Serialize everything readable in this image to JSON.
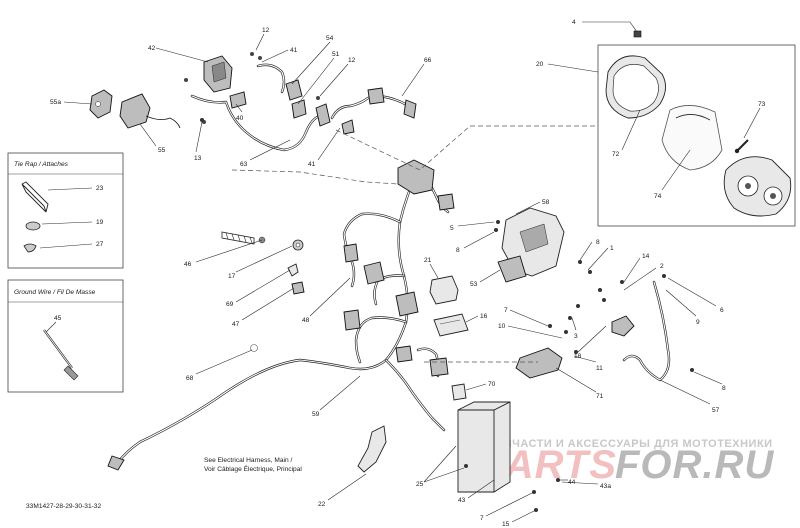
{
  "diagram_id": "33M1427-28-29-30-31-32",
  "boxes": {
    "tie_rap": "Tie Rap / Attaches",
    "ground_wire": "Ground Wire / Fil De Masse"
  },
  "note_lines": [
    "See Electrical Harness, Main /",
    "Voir Câblage Électrique, Principal"
  ],
  "watermark": {
    "line": "ЗАПЧАСТИ И АКСЕССУАРЫ ДЛЯ МОТОТЕХНИКИ",
    "logo_a": "PARTS",
    "logo_b": "FOR.RU"
  },
  "callouts": {
    "c4": "4",
    "c20": "20",
    "c73": "73",
    "c72": "72",
    "c74": "74",
    "c12a": "12",
    "c42": "42",
    "c41a": "41",
    "c54": "54",
    "c51": "51",
    "c12b": "12",
    "c66": "66",
    "c55a": "55a",
    "c55": "55",
    "c13": "13",
    "c40": "40",
    "c63": "63",
    "c41b": "41",
    "c23": "23",
    "c19": "19",
    "c27": "27",
    "c58": "58",
    "c5": "5",
    "c8a": "8",
    "c8b": "8",
    "c1": "1",
    "c14": "14",
    "c2": "2",
    "c6": "6",
    "c9": "9",
    "c53": "53",
    "c21": "21",
    "c46": "46",
    "c17": "17",
    "c69": "69",
    "c47": "47",
    "c48": "48",
    "c16": "16",
    "c7a": "7",
    "c10": "10",
    "c3": "3",
    "c18": "18",
    "c11": "11",
    "c71": "71",
    "c8c": "8",
    "c57": "57",
    "c45": "45",
    "c68": "68",
    "c70": "70",
    "c59": "59",
    "c22": "22",
    "c25": "25",
    "c43": "43",
    "c44": "44",
    "c43a": "43a",
    "c7b": "7",
    "c15": "15"
  }
}
